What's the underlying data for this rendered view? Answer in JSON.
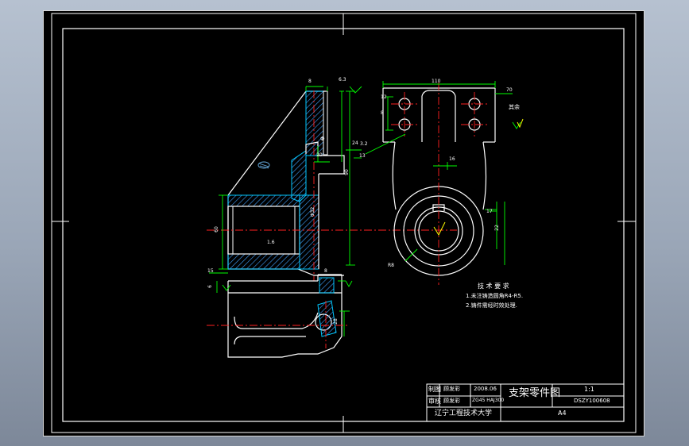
{
  "colors": {
    "background": "#000000",
    "outline": "#ffffff",
    "section": "#00c8ff",
    "hatch": "#3fa0ff",
    "dimension": "#00ff00",
    "centerline": "#ff2020",
    "annotation": "#ffff00"
  },
  "title_block": {
    "drawing_title": "支架零件图",
    "scale": "1:1",
    "drawing_number": "DSZY100608",
    "school": "辽宁工程技术大学",
    "sheet": "A4",
    "row1_label": "制图",
    "row1_name": "顾发彩",
    "row1_date": "2008.06",
    "row2_label": "审核",
    "row2_name": "顾发彩",
    "row2_extra": "ZG45 HAJ300"
  },
  "technical_requirements": {
    "heading": "技 术 要 求",
    "item1": "1.未注铸造圆角R4-R5.",
    "item2": "2.铸件需经时效处理."
  },
  "dimensions": {
    "d_8_top": "8",
    "rough_63": "6.3",
    "d_110": "110",
    "d_70": "70",
    "d_12": "12",
    "d_8_hole": "8",
    "rough_other": "其余",
    "d_60_left": "60",
    "d_90": "90",
    "d_24": "24",
    "d_20": "20",
    "d_R8": "R8",
    "d_16": "16",
    "d_17": "17",
    "d_32_left": "Φ32",
    "d_22_side": "22",
    "d_15": "15",
    "d_6": "6",
    "d_8_lower": "8",
    "d_28": "28",
    "rough_16": "1.6",
    "rough_32": "3.2",
    "d_13": "13",
    "d_phi": "Φ"
  }
}
